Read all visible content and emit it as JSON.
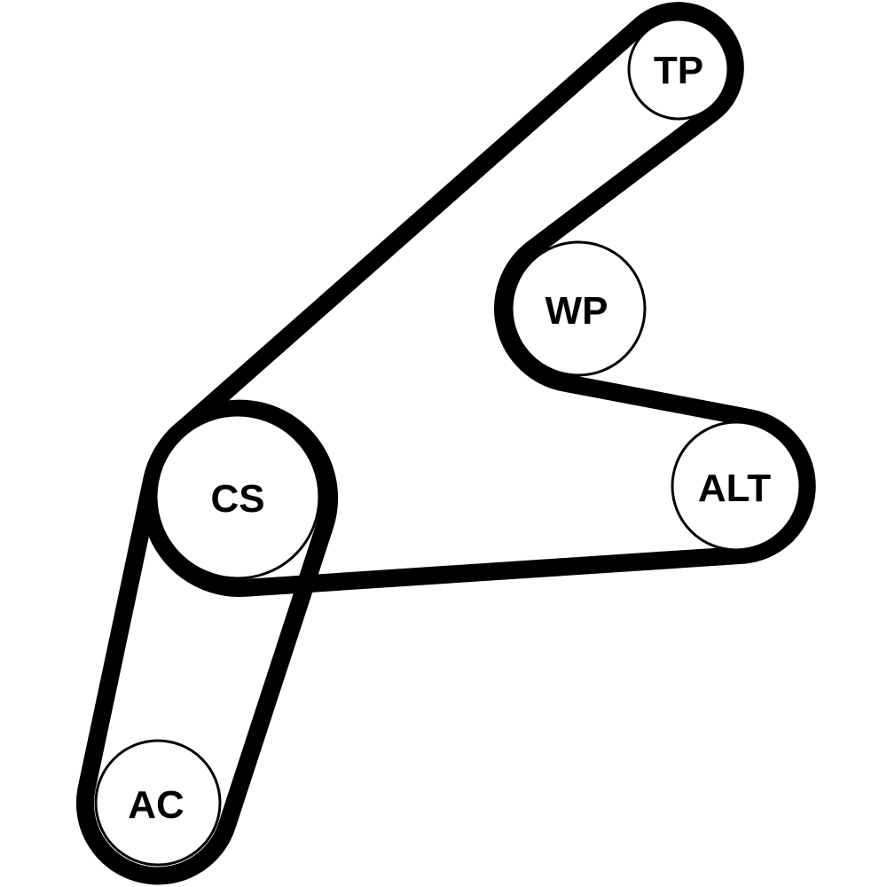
{
  "diagram": {
    "pulleys": [
      {
        "id": "tp",
        "label": "TP"
      },
      {
        "id": "wp",
        "label": "WP"
      },
      {
        "id": "alt",
        "label": "ALT"
      },
      {
        "id": "cs",
        "label": "CS"
      },
      {
        "id": "ac",
        "label": "AC"
      }
    ],
    "belts": [
      {
        "name": "main-serpentine-belt",
        "route": [
          "tp",
          "wp",
          "alt",
          "cs"
        ]
      },
      {
        "name": "ac-belt",
        "route": [
          "cs",
          "ac"
        ]
      }
    ],
    "colors": {
      "belt": "#000000",
      "pulley": "#000000",
      "background": "#ffffff"
    }
  }
}
